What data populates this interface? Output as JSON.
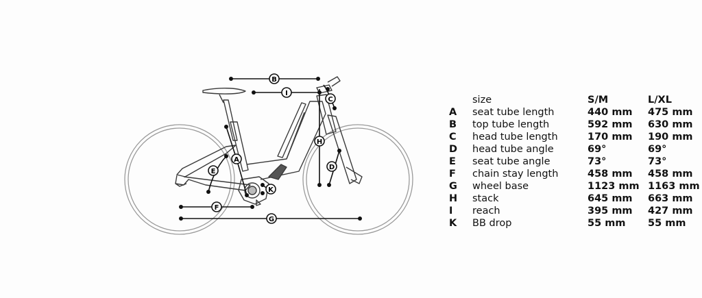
{
  "diagram": {
    "markers": [
      "A",
      "B",
      "C",
      "D",
      "E",
      "F",
      "G",
      "H",
      "I",
      "K"
    ],
    "line_color": "#1a1a1a",
    "wheel_color": "#9a9a9a"
  },
  "table": {
    "header": {
      "size": "size",
      "sm": "S/M",
      "lxl": "L/XL"
    },
    "rows": [
      {
        "letter": "A",
        "label": "seat tube length",
        "sm": "440 mm",
        "lxl": "475 mm"
      },
      {
        "letter": "B",
        "label": "top tube length",
        "sm": "592 mm",
        "lxl": "630 mm"
      },
      {
        "letter": "C",
        "label": "head tube length",
        "sm": "170 mm",
        "lxl": "190 mm"
      },
      {
        "letter": "D",
        "label": "head tube angle",
        "sm": "69°",
        "lxl": "69°"
      },
      {
        "letter": "E",
        "label": "seat tube angle",
        "sm": "73°",
        "lxl": "73°"
      },
      {
        "letter": "F",
        "label": "chain stay length",
        "sm": "458 mm",
        "lxl": "458 mm"
      },
      {
        "letter": "G",
        "label": "wheel base",
        "sm": "1123 mm",
        "lxl": "1163 mm"
      },
      {
        "letter": "H",
        "label": "stack",
        "sm": "645 mm",
        "lxl": "663 mm"
      },
      {
        "letter": "I",
        "label": "reach",
        "sm": "395 mm",
        "lxl": "427 mm"
      },
      {
        "letter": "K",
        "label": "BB drop",
        "sm": "55 mm",
        "lxl": "55 mm"
      }
    ]
  }
}
